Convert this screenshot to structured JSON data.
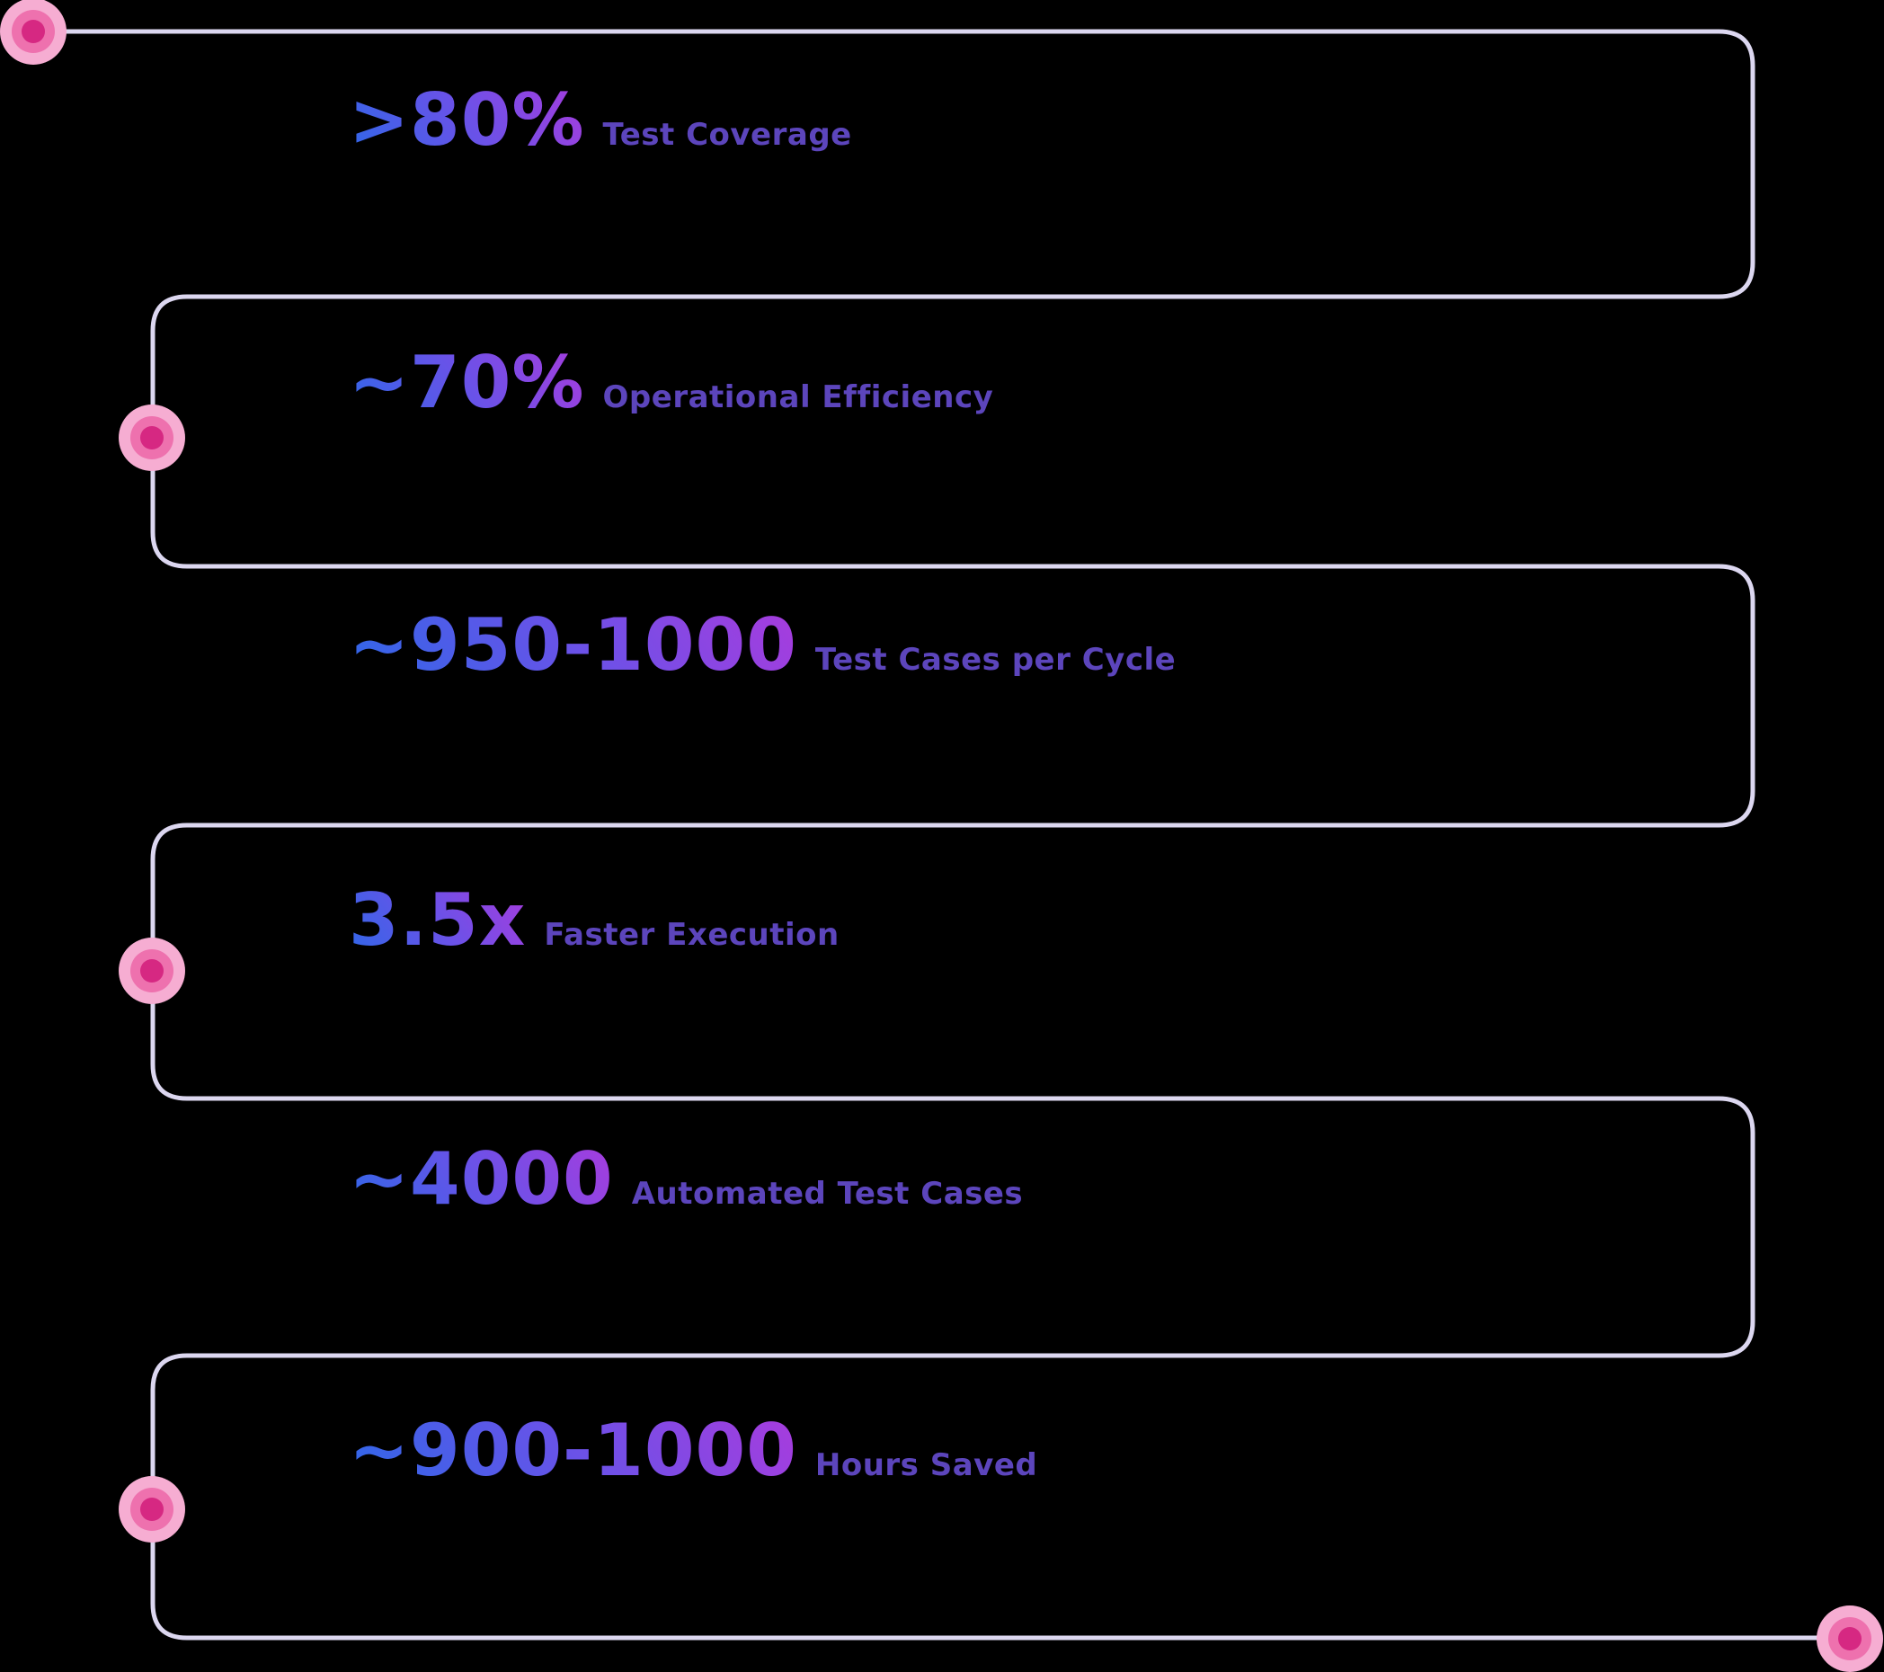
{
  "background": "#000000",
  "connector": {
    "color": "#DCD7F0"
  },
  "marker_colors": {
    "outer": "#F6ADD2",
    "middle": "#EE71AE",
    "inner": "#D62882"
  },
  "text_colors": {
    "gradient_start": "#2E68E8",
    "gradient_mid": "#6A52E8",
    "gradient_end": "#A93BDD",
    "label": "#5C45BC"
  },
  "stats": [
    {
      "value": ">80%",
      "label": "Test Coverage"
    },
    {
      "value": "~70%",
      "label": "Operational Efficiency"
    },
    {
      "value": "~950-1000",
      "label": "Test Cases per Cycle"
    },
    {
      "value": "3.5x",
      "label": "Faster Execution"
    },
    {
      "value": "~4000",
      "label": "Automated Test Cases"
    },
    {
      "value": "~900-1000",
      "label": "Hours Saved"
    }
  ]
}
